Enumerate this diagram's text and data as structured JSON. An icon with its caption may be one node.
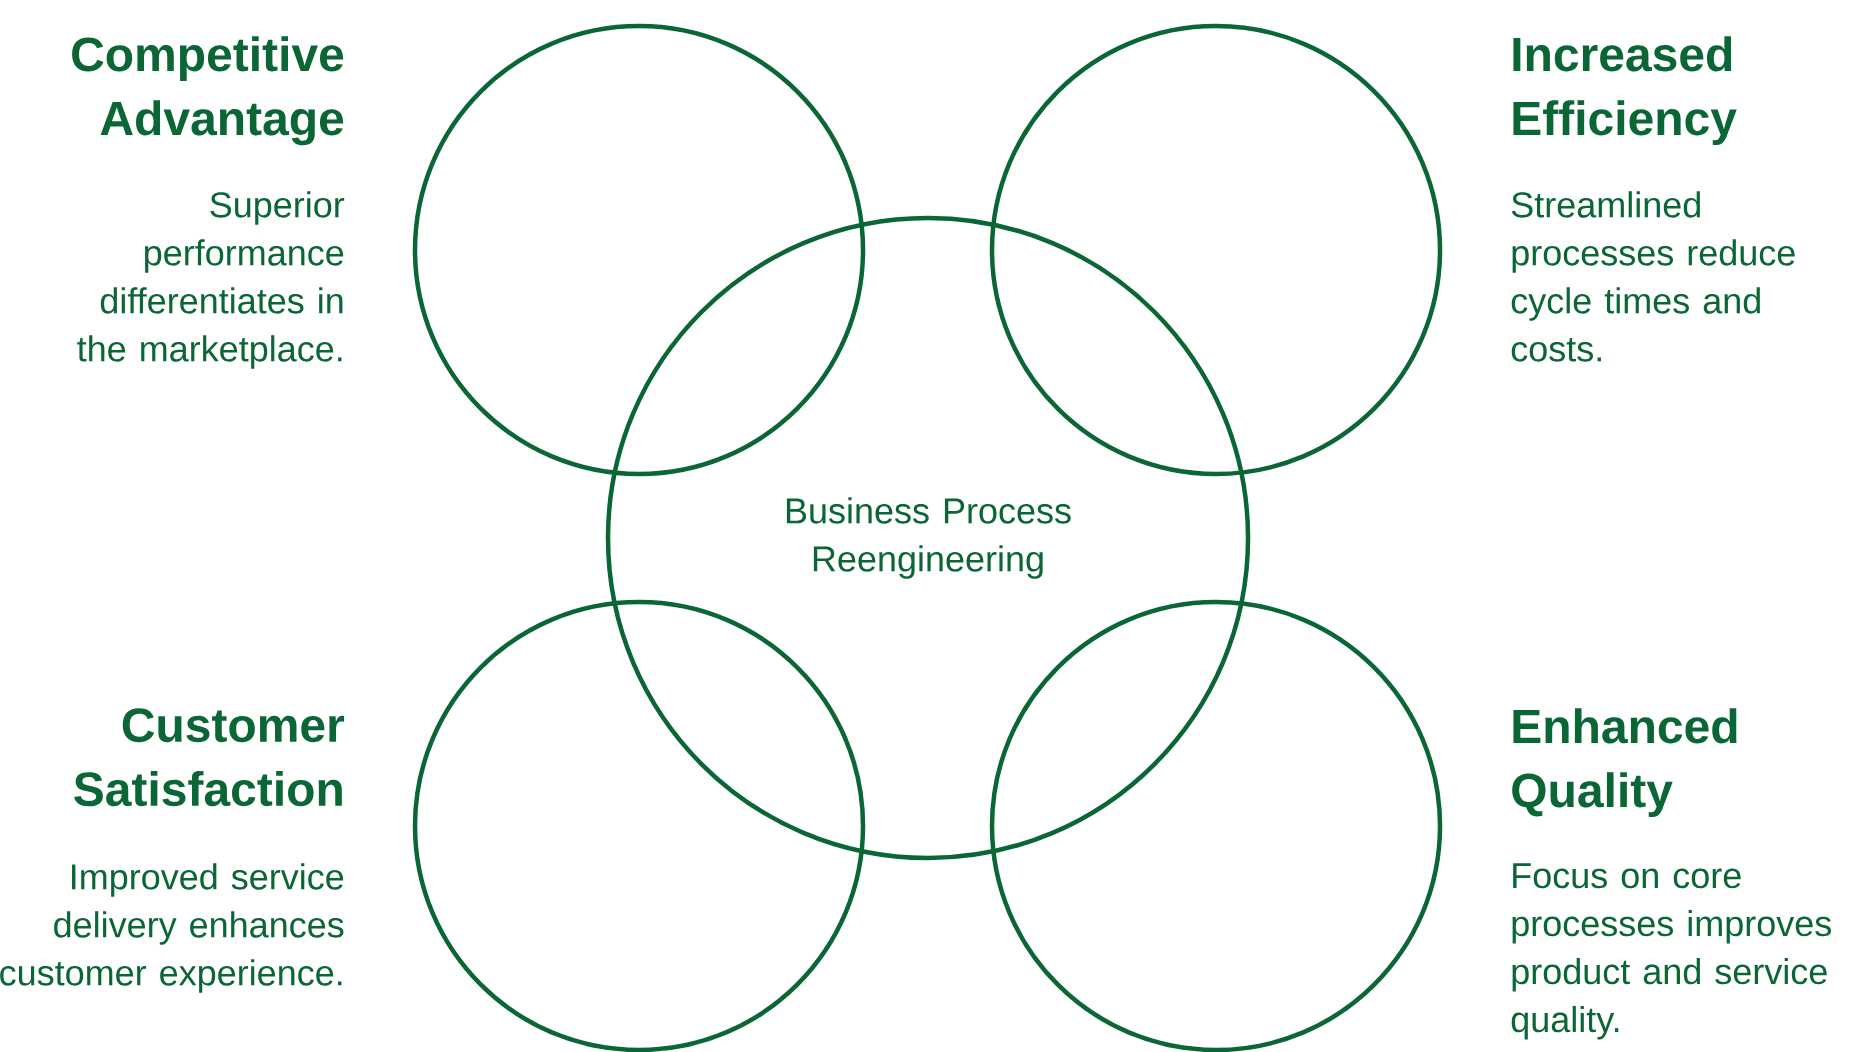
{
  "diagram": {
    "nodes": [
      {
        "text": [],
        "shape": "circle",
        "beside": [
          "Competitive Advantage",
          "Superior performance differentiates in the marketplace."
        ]
      },
      {
        "text": [],
        "shape": "circle",
        "beside": [
          "Increased Efficiency",
          "Streamlined processes reduce cycle times and costs."
        ]
      },
      {
        "text": [
          "Business Process Reengineering"
        ]
      },
      {
        "text": [],
        "shape": "circle",
        "beside": [
          "Customer Satisfaction",
          "Improved service delivery enhances customer experience."
        ]
      },
      {
        "text": [],
        "shape": "circle",
        "beside": [
          "Enhanced Quality",
          "Focus on core processes improves product and service quality."
        ]
      }
    ]
  }
}
